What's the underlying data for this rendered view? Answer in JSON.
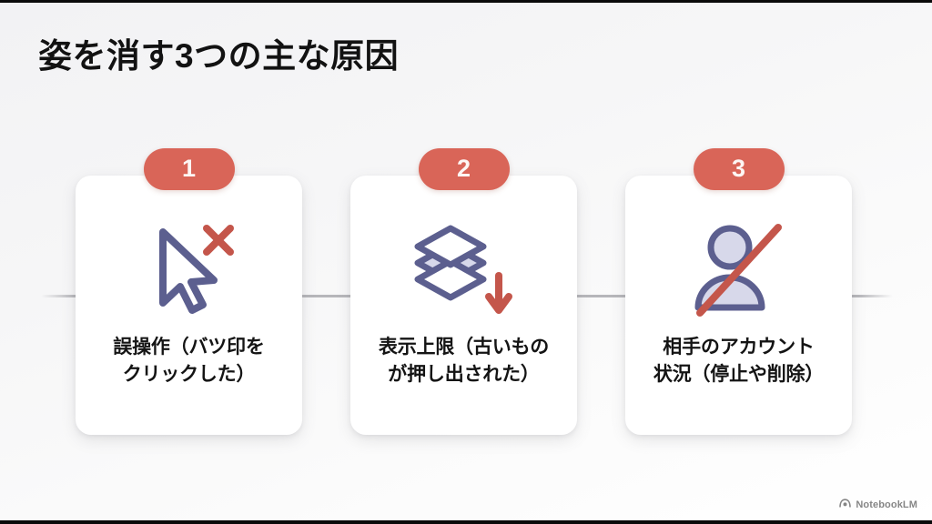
{
  "slide": {
    "title": "姿を消す3つの主な原因",
    "accent_color": "#d96558",
    "icon_color": "#5c5f8f",
    "icon_fill_color": "#d7d8ea",
    "background_color": "#f4f4f5",
    "card_color": "#ffffff",
    "text_color": "#141414"
  },
  "cards": [
    {
      "number": "1",
      "label": "誤操作（バツ印を\nクリックした）",
      "icon": "cursor-with-x-icon"
    },
    {
      "number": "2",
      "label": "表示上限（古いもの\nが押し出された）",
      "icon": "layers-with-down-arrow-icon"
    },
    {
      "number": "3",
      "label": "相手のアカウント\n状況（停止や削除）",
      "icon": "person-slashed-icon"
    }
  ],
  "watermark": {
    "label": "NotebookLM",
    "icon": "notebooklm-logo-icon"
  }
}
